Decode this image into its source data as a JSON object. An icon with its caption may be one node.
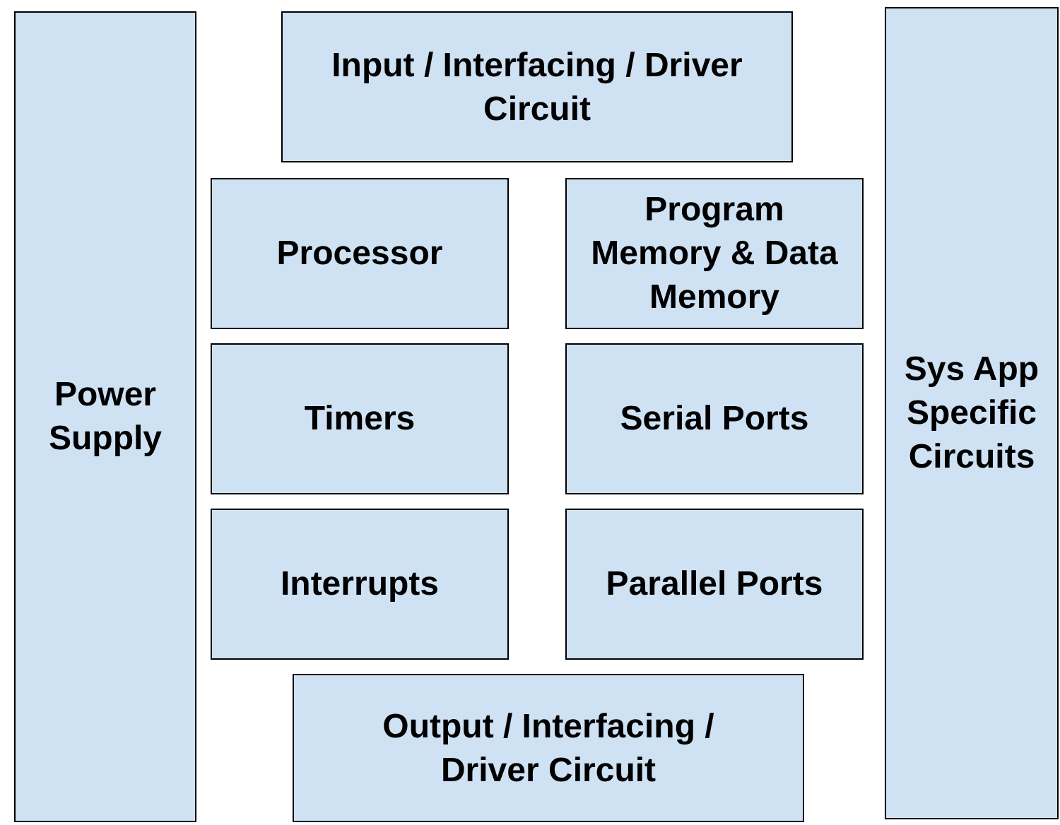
{
  "diagram": {
    "nodes": [
      {
        "text": [
          "Power Supply"
        ]
      },
      {
        "text": [
          "Input / Interfacing / Driver Circuit"
        ]
      },
      {
        "text": [
          "Processor"
        ]
      },
      {
        "text": [
          "Program Memory & Data Memory"
        ]
      },
      {
        "text": [
          "Timers"
        ]
      },
      {
        "text": [
          "Serial Ports"
        ]
      },
      {
        "text": [
          "Interrupts"
        ]
      },
      {
        "text": [
          "Parallel Ports"
        ]
      },
      {
        "text": [
          "Output / Interfacing / Driver Circuit"
        ]
      },
      {
        "text": [
          "Sys App Specific Circuits"
        ]
      }
    ]
  }
}
